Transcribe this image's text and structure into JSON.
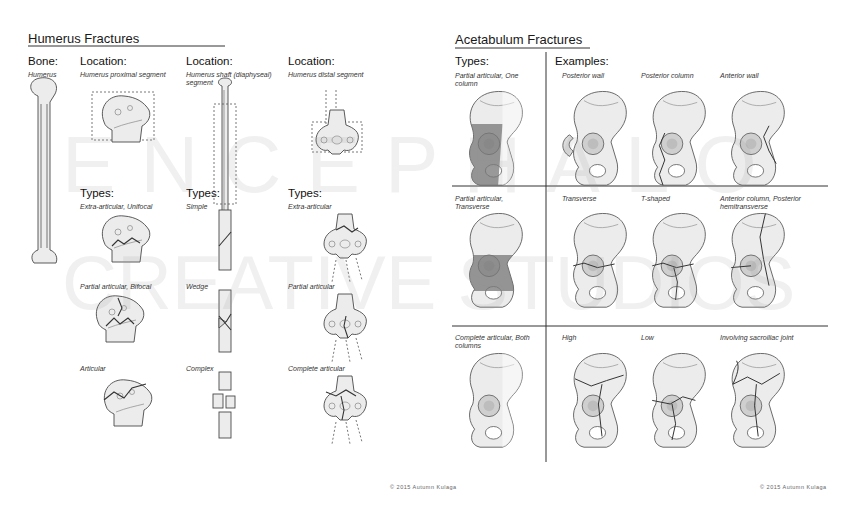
{
  "diagram": {
    "labels": [
      "Humerus Fractures",
      "Bone:",
      "Humerus",
      "Location:",
      "Humerus proximal segment",
      "Location:",
      "Humerus shaft (diaphyseal) segment",
      "Location:",
      "Humerus distal segment",
      "Types:",
      "Extra-articular, Unifocal",
      "Types:",
      "Simple",
      "Types:",
      "Extra-articular",
      "Partial articular, Bifocal",
      "Wedge",
      "Partial articular",
      "Articular",
      "Complex",
      "Complete articular",
      "Acetabulum Fractures",
      "Types:",
      "Examples:",
      "Partial articular, One column",
      "Posterior wall",
      "Posterior column",
      "Anterior wall",
      "Partial articular, Transverse",
      "Transverse",
      "T-shaped",
      "Anterior column, Posterior hemitransverse",
      "Complete articular, Both columns",
      "High",
      "Low",
      "Involving sacroiliac joint",
      "© 2015 Autumn Kulaga",
      "© 2015 Autumn Kulaga",
      "ENCEPHALO",
      "CREATIVE STUDIOS"
    ]
  }
}
